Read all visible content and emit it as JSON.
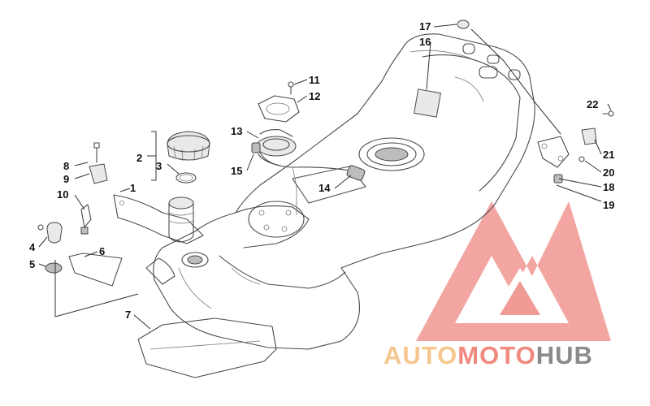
{
  "callouts": [
    {
      "id": "c1",
      "label": "1"
    },
    {
      "id": "c2",
      "label": "2"
    },
    {
      "id": "c3",
      "label": "3"
    },
    {
      "id": "c4",
      "label": "4"
    },
    {
      "id": "c5",
      "label": "5"
    },
    {
      "id": "c6",
      "label": "6"
    },
    {
      "id": "c7",
      "label": "7"
    },
    {
      "id": "c8",
      "label": "8"
    },
    {
      "id": "c9",
      "label": "9"
    },
    {
      "id": "c10",
      "label": "10"
    },
    {
      "id": "c11",
      "label": "11"
    },
    {
      "id": "c12",
      "label": "12"
    },
    {
      "id": "c13",
      "label": "13"
    },
    {
      "id": "c14",
      "label": "14"
    },
    {
      "id": "c15",
      "label": "15"
    },
    {
      "id": "c16",
      "label": "16"
    },
    {
      "id": "c17",
      "label": "17"
    },
    {
      "id": "c18",
      "label": "18"
    },
    {
      "id": "c19",
      "label": "19"
    },
    {
      "id": "c20",
      "label": "20"
    },
    {
      "id": "c21",
      "label": "21"
    },
    {
      "id": "c22",
      "label": "22"
    }
  ],
  "watermark": {
    "text_part1": "AUTO",
    "text_part2": "MOTO",
    "text_part3": "HUB",
    "colors": {
      "auto": "#f5c78e",
      "moto": "#f08a7e",
      "hub": "#8a8a8a",
      "logo": "#ee8a84"
    }
  }
}
